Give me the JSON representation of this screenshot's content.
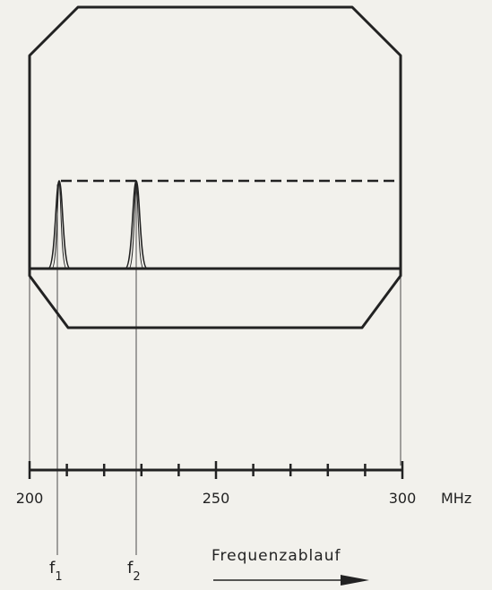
{
  "axis": {
    "unit": "MHz",
    "tick_labels": [
      {
        "value": 200,
        "text": "200"
      },
      {
        "value": 250,
        "text": "250"
      },
      {
        "value": 300,
        "text": "300"
      }
    ],
    "range": [
      200,
      300
    ],
    "minor_tick_step": 10
  },
  "markers": [
    {
      "base": "f",
      "sub": "1",
      "value_mhz": 208
    },
    {
      "base": "f",
      "sub": "2",
      "value_mhz": 229
    }
  ],
  "sweep_label": "Frequenzablauf",
  "colors": {
    "ink": "#222222",
    "paper": "#f2f1ec"
  }
}
